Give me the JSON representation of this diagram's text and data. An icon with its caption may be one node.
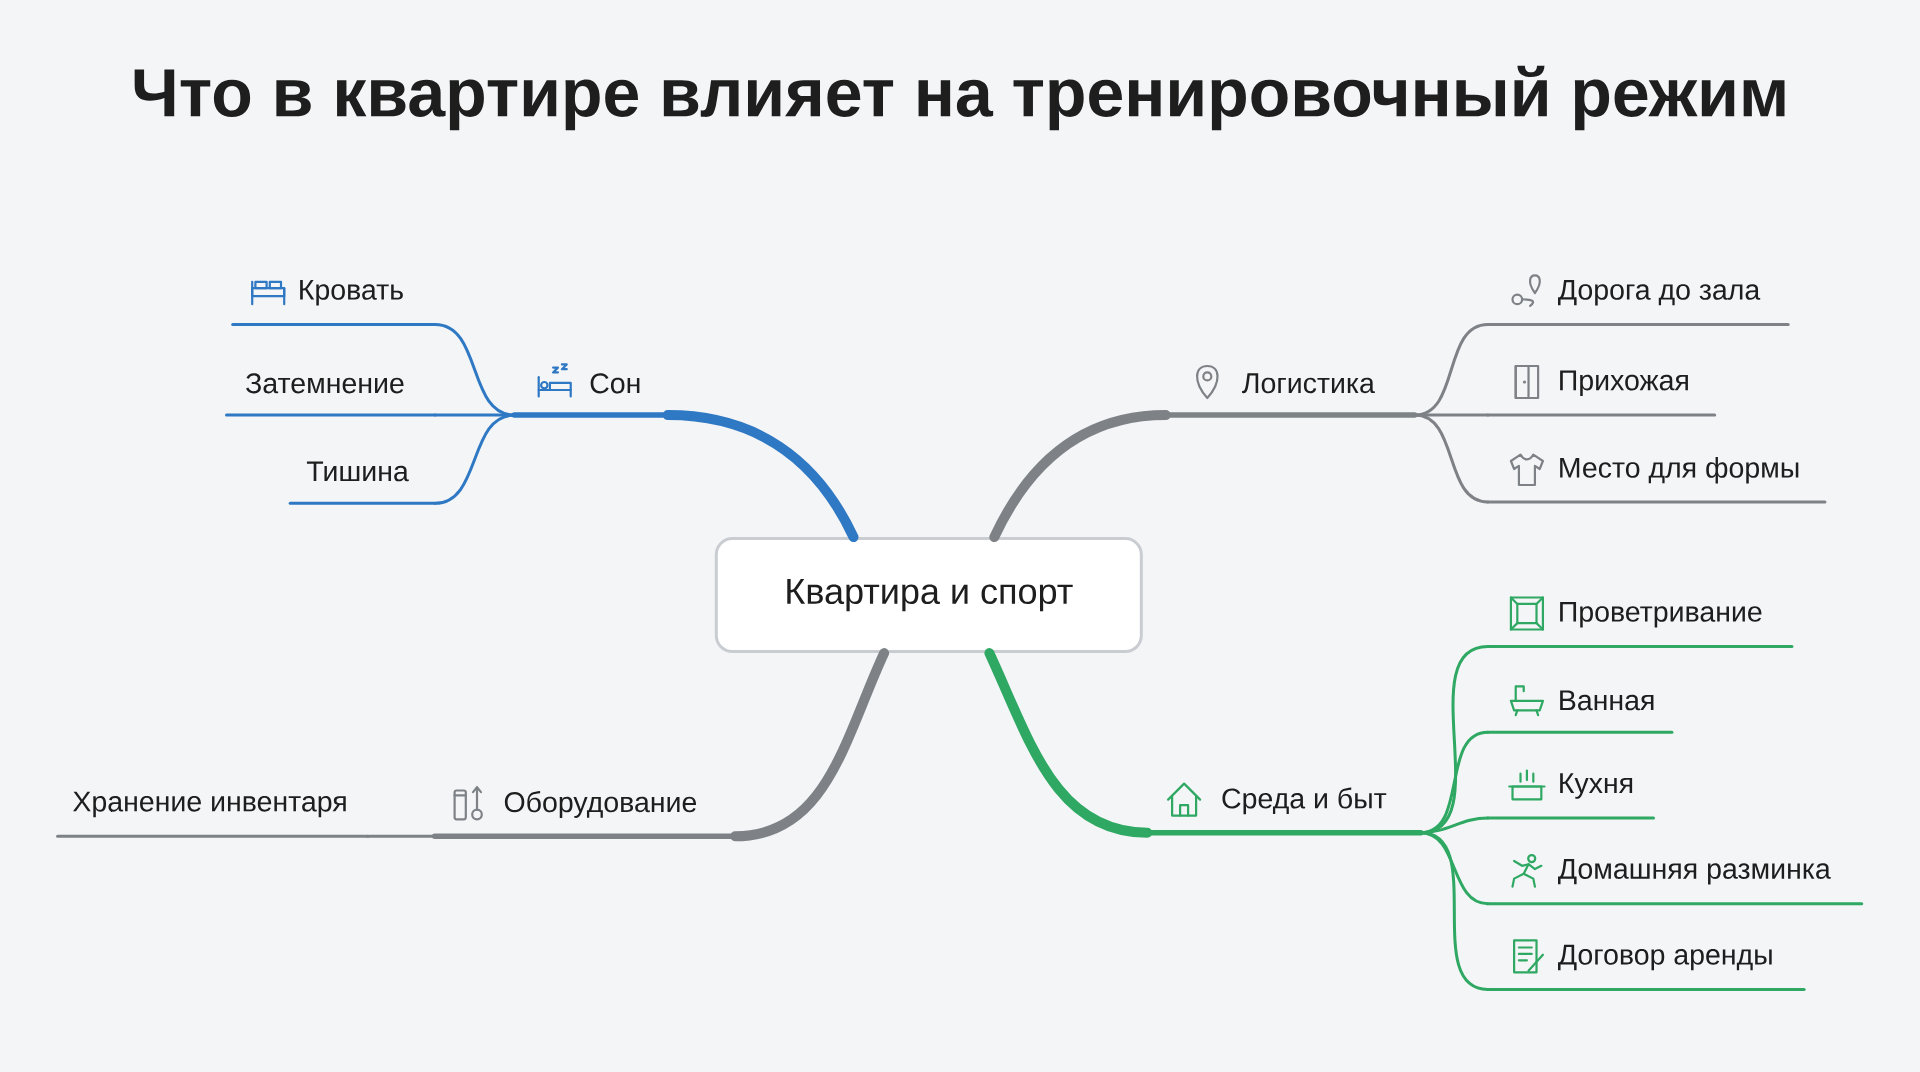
{
  "diagram": {
    "title": "Что в квартире влияет на тренировочный режим",
    "nodes": [
      {
        "text": [
          "Квартира и спорт"
        ]
      },
      {
        "text": [
          "Сон"
        ]
      },
      {
        "text": [
          "Кровать"
        ]
      },
      {
        "text": [
          "Затемнение"
        ]
      },
      {
        "text": [
          "Тишина"
        ]
      },
      {
        "text": [
          "Логистика"
        ]
      },
      {
        "text": [
          "Дорога до зала"
        ]
      },
      {
        "text": [
          "Прихожая"
        ]
      },
      {
        "text": [
          "Место для формы"
        ]
      },
      {
        "text": [
          "Оборудование"
        ]
      },
      {
        "text": [
          "Хранение инвентаря"
        ]
      },
      {
        "text": [
          "Среда и быт"
        ]
      },
      {
        "text": [
          "Проветривание"
        ]
      },
      {
        "text": [
          "Ванная"
        ]
      },
      {
        "text": [
          "Кухня"
        ]
      },
      {
        "text": [
          "Домашняя разминка"
        ]
      },
      {
        "text": [
          "Договор аренды"
        ]
      }
    ],
    "edges": [
      {
        "from": 0,
        "to": 1,
        "arrow": "none",
        "style": "thick",
        "color": "#2f78c4"
      },
      {
        "from": 1,
        "to": 2,
        "arrow": "none",
        "color": "#2f78c4"
      },
      {
        "from": 1,
        "to": 3,
        "arrow": "none",
        "color": "#2f78c4"
      },
      {
        "from": 1,
        "to": 4,
        "arrow": "none",
        "color": "#2f78c4"
      },
      {
        "from": 0,
        "to": 5,
        "arrow": "none",
        "style": "thick",
        "color": "#7e8287"
      },
      {
        "from": 5,
        "to": 6,
        "arrow": "none",
        "color": "#7e8287"
      },
      {
        "from": 5,
        "to": 7,
        "arrow": "none",
        "color": "#7e8287"
      },
      {
        "from": 5,
        "to": 8,
        "arrow": "none",
        "color": "#7e8287"
      },
      {
        "from": 0,
        "to": 9,
        "arrow": "none",
        "style": "thick",
        "color": "#7e8287"
      },
      {
        "from": 9,
        "to": 10,
        "arrow": "none",
        "color": "#7e8287"
      },
      {
        "from": 0,
        "to": 11,
        "arrow": "none",
        "style": "thick",
        "color": "#2ea862"
      },
      {
        "from": 11,
        "to": 12,
        "arrow": "none",
        "color": "#2ea862"
      },
      {
        "from": 11,
        "to": 13,
        "arrow": "none",
        "color": "#2ea862"
      },
      {
        "from": 11,
        "to": 14,
        "arrow": "none",
        "color": "#2ea862"
      },
      {
        "from": 11,
        "to": 15,
        "arrow": "none",
        "color": "#2ea862"
      },
      {
        "from": 11,
        "to": 16,
        "arrow": "none",
        "color": "#2ea862"
      }
    ]
  }
}
